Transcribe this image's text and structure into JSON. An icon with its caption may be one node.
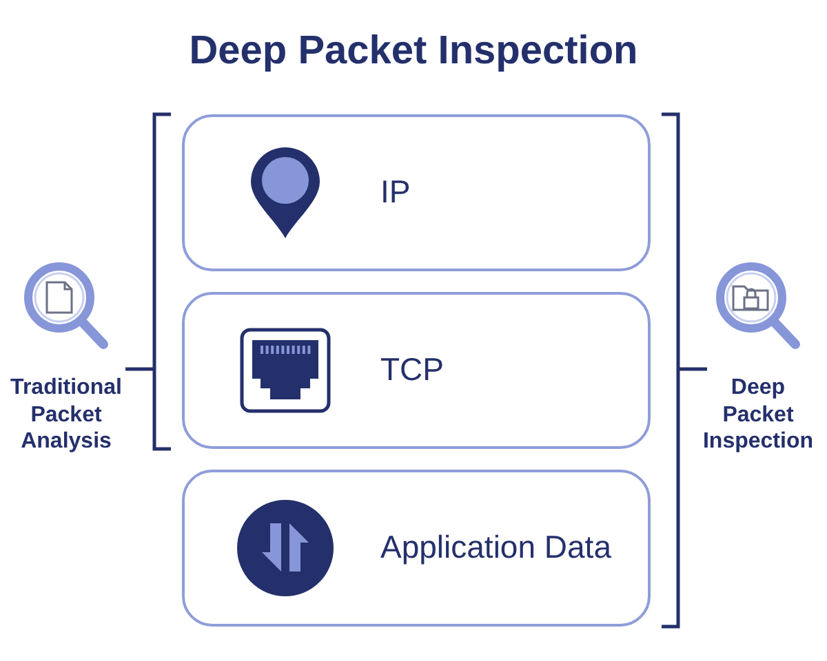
{
  "diagram": {
    "title": "Deep Packet Inspection",
    "nodes": [
      {
        "text": [
          "IP"
        ]
      },
      {
        "text": [
          "TCP"
        ]
      },
      {
        "text": [
          "Application Data"
        ]
      }
    ],
    "labels": [
      "Traditional Packet Analysis",
      "Deep Packet Inspection"
    ]
  }
}
